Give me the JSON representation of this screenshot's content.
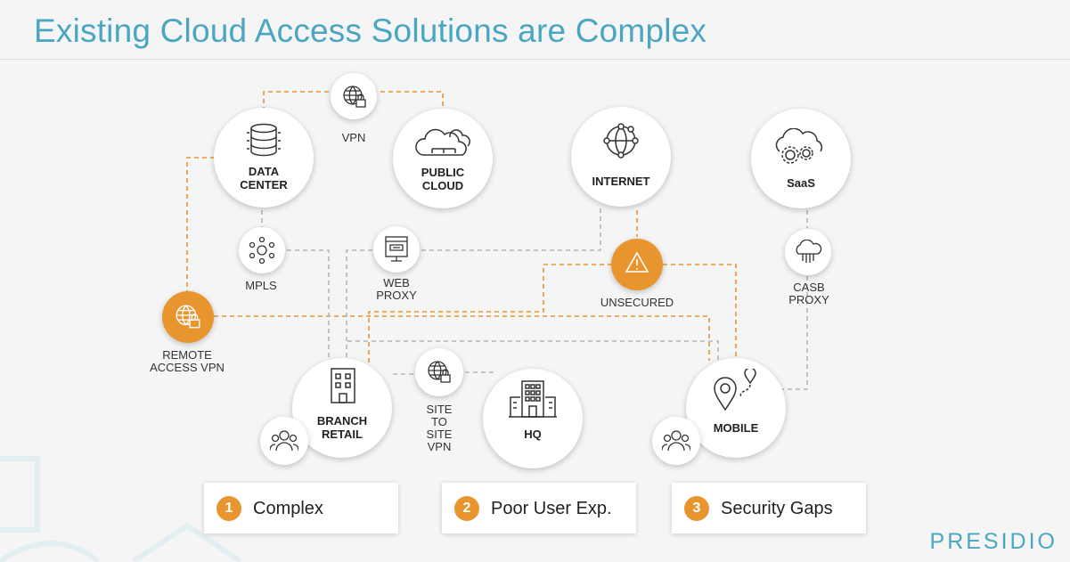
{
  "slide": {
    "title": "Existing Cloud Access Solutions are Complex",
    "brand": "PRESIDIO"
  },
  "nodes": {
    "data_center": "DATA\nCENTER",
    "public_cloud": "PUBLIC\nCLOUD",
    "internet": "INTERNET",
    "saas": "SaaS",
    "branch_retail": "BRANCH\nRETAIL",
    "hq": "HQ",
    "mobile": "MOBILE"
  },
  "small_nodes": {
    "vpn": "VPN",
    "mpls": "MPLS",
    "web_proxy": "WEB\nPROXY",
    "unsecured": "UNSECURED",
    "casb_proxy": "CASB\nPROXY",
    "remote_access_vpn": "REMOTE\nACCESS VPN",
    "site_to_site_vpn": "SITE\nTO\nSITE\nVPN"
  },
  "callouts": [
    {
      "num": "1",
      "text": "Complex"
    },
    {
      "num": "2",
      "text": "Poor User Exp."
    },
    {
      "num": "3",
      "text": "Security Gaps"
    }
  ],
  "colors": {
    "accent_orange": "#e8952f",
    "title_blue": "#4ba6c2",
    "gray_line": "#b5b5b5"
  },
  "icons": [
    "globe-lock-icon",
    "database-icon",
    "cloud-icon",
    "network-globe-icon",
    "cloud-gears-icon",
    "network-nodes-icon",
    "web-proxy-icon",
    "warning-icon",
    "cloud-network-icon",
    "building-icon",
    "office-tower-icon",
    "location-pin-icon",
    "users-icon"
  ]
}
